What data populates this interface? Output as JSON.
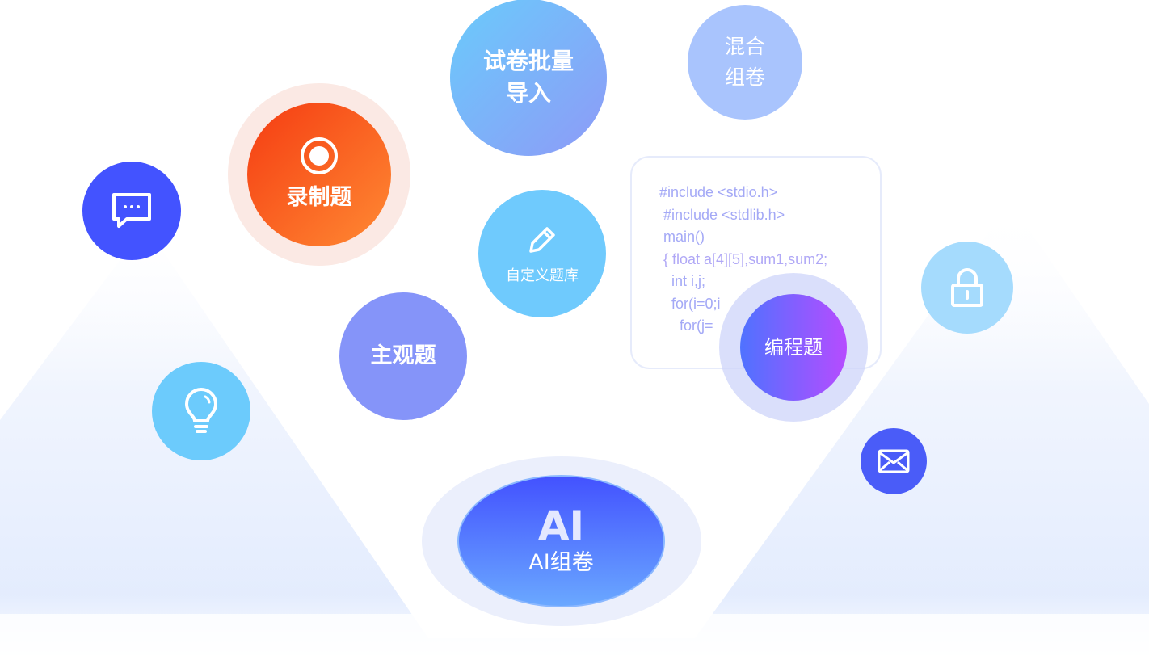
{
  "nodes": {
    "record": "录制题",
    "batch_import": [
      "试卷批量",
      "导入"
    ],
    "mixed": [
      "混合",
      "组卷"
    ],
    "custom_bank": "自定义题库",
    "subjective": "主观题",
    "programming": "编程题",
    "ai_big": "AI",
    "ai_label": "AI组卷"
  },
  "code_lines": [
    "#include <stdio.h>",
    " #include <stdlib.h>",
    " main()",
    " { float a[4][5],sum1,sum2;",
    "   int i,j;",
    "   for(i=0;i",
    "     for(j="
  ],
  "colors": {
    "primary": "#4353ff",
    "orange": "#f5451a",
    "light_blue": "#6fcafd",
    "purple": "#b24dff"
  }
}
